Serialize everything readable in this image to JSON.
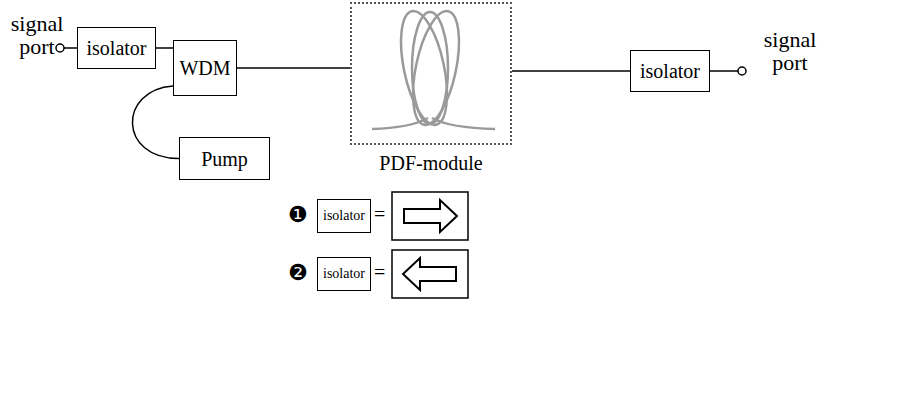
{
  "diagram": {
    "nodes": [
      {
        "text": [
          "isolator"
        ]
      },
      {
        "text": [
          "WDM"
        ]
      },
      {
        "text": [
          "PDF-module"
        ]
      },
      {
        "text": [
          "isolator"
        ]
      },
      {
        "text": [
          "Pump"
        ]
      },
      {
        "text": [
          "isolator"
        ]
      },
      {
        "text": [
          "isolator"
        ]
      }
    ],
    "edges": [
      {
        "from": 0,
        "to": 1,
        "arrow": "none"
      },
      {
        "from": 1,
        "to": 2,
        "arrow": "none"
      },
      {
        "from": 2,
        "to": 3,
        "arrow": "none"
      },
      {
        "from": 1,
        "to": 4,
        "arrow": "none"
      }
    ],
    "labels": [
      "signal port",
      "signal port",
      "❶",
      "=",
      "❷",
      "="
    ]
  }
}
